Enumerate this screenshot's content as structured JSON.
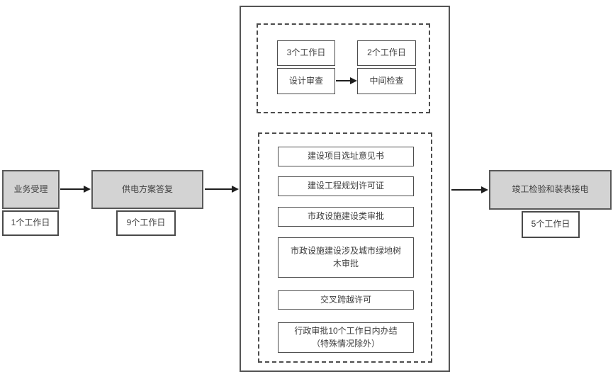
{
  "nodes": {
    "business_acceptance": {
      "label": "业务受理",
      "duration": "1个工作日"
    },
    "supply_plan_reply": {
      "label": "供电方案答复",
      "duration": "9个工作日"
    },
    "completion_connection": {
      "label": "竣工检验和装表接电",
      "duration": "5个工作日"
    }
  },
  "review_group": {
    "design_review": {
      "label": "设计审查",
      "duration": "3个工作日"
    },
    "intermediate_check": {
      "label": "中间检查",
      "duration": "2个工作日"
    }
  },
  "approvals": {
    "items": [
      "建设项目选址意见书",
      "建设工程规划许可证",
      "市政设施建设类审批",
      "市政设施建设涉及城市绿地树\n木审批",
      "交叉跨越许可",
      "行政审批10个工作日内办结\n（特殊情况除外）"
    ]
  },
  "colors": {
    "node_fill": "#d3d3d3",
    "node_border": "#595959",
    "box_border": "#4d4d4d",
    "arrow": "#1f1f1f",
    "background": "#ffffff",
    "text": "#3d3d3d"
  }
}
